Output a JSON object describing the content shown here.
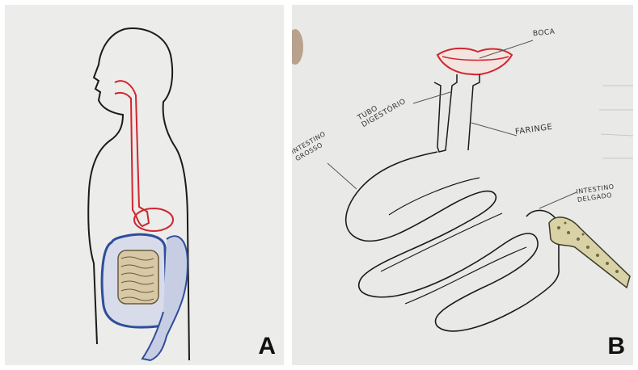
{
  "panels": {
    "a": {
      "letter": "A"
    },
    "b": {
      "letter": "B",
      "labels": {
        "boca": "BOCA",
        "tubo_digestorio": "TUBO\nDIGESTÓRIO",
        "faringe": "FARINGE",
        "intestino_grosso": "INTESTINO\nGROSSO",
        "intestino_delgado": "INTESTINO\nDELGADO"
      }
    }
  },
  "colors": {
    "outline": "#1a1a1a",
    "red_tract": "#d0262e",
    "blue_intestine": "#2f4d9a",
    "tan_intestine": "#c9b48a"
  }
}
